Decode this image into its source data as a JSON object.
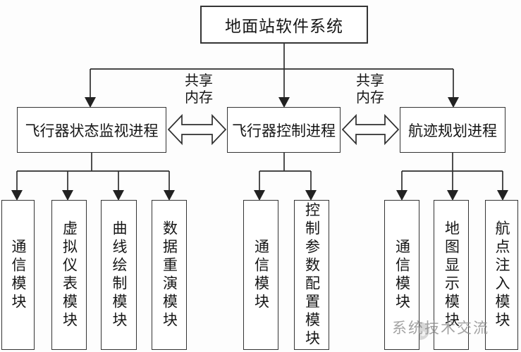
{
  "title": "地面站软件系统",
  "shared_memory": {
    "line1": "共享",
    "line2": "内存"
  },
  "processes": [
    {
      "label": "飞行器状态监视进程",
      "modules": [
        "通信模块",
        "虚拟仪表模块",
        "曲线绘制模块",
        "数据重演模块"
      ]
    },
    {
      "label": "飞行器控制进程",
      "modules": [
        "通信模块",
        "控制参数配置模块"
      ]
    },
    {
      "label": "航迹规划进程",
      "modules": [
        "通信模块",
        "地图显示模块",
        "航点注入模块"
      ]
    }
  ],
  "watermark": "系统技术交流",
  "colors": {
    "line": "#2e2e2e",
    "border": "#343434",
    "text": "#161616",
    "watermark_gray": "#8d8d8d",
    "background": "#ffffff"
  }
}
